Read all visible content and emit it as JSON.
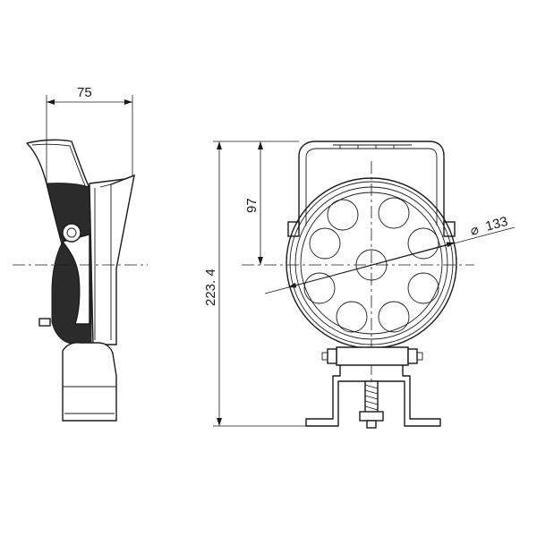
{
  "dimensions": {
    "depth": "75",
    "total_height": "223. 4",
    "upper_height": "97",
    "diameter_symbol": "⌀",
    "diameter": "133"
  },
  "colors": {
    "line": "#1a1a1a",
    "background": "#ffffff",
    "dark_fill": "#2b2b2b"
  }
}
